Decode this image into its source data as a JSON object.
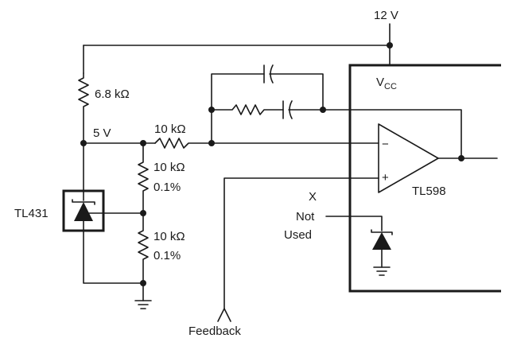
{
  "labels": {
    "supply": "12 V",
    "vcc": "V",
    "vcc_sub": "CC",
    "r_top": "6.8 kΩ",
    "node_5v": "5 V",
    "r_series": "10 kΩ",
    "r_div1_value": "10 kΩ",
    "r_div1_tol": "0.1%",
    "r_div2_value": "10 kΩ",
    "r_div2_tol": "0.1%",
    "reference_ic": "TL431",
    "controller_ic": "TL598",
    "x_pin": "X",
    "not_used_1": "Not",
    "not_used_2": "Used",
    "feedback": "Feedback",
    "opamp_minus": "−",
    "opamp_plus": "+"
  }
}
